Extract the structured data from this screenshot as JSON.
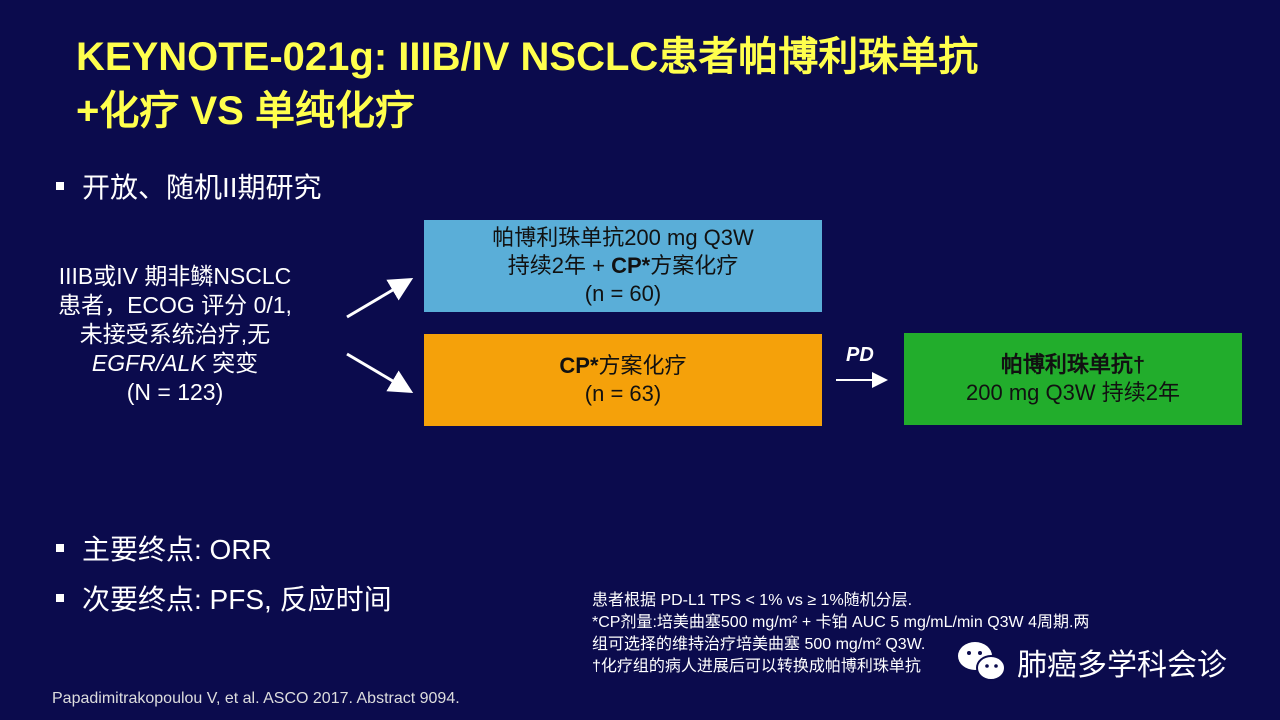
{
  "title": {
    "line1": "KEYNOTE-021g:  IIIB/IV NSCLC患者帕博利珠单抗",
    "line2": "+化疗 VS 单纯化疗"
  },
  "bullets": {
    "design": "开放、随机II期研究",
    "primary": "主要终点: ORR",
    "secondary": "次要终点: PFS, 反应时间"
  },
  "population": {
    "l1": "IIIB或IV 期非鳞NSCLC",
    "l2": "患者，ECOG 评分 0/1,",
    "l3": "未接受系统治疗,无",
    "l4_italic": "EGFR/ALK",
    "l4_rest": " 突变",
    "l5": "(N = 123)"
  },
  "arm1": {
    "l1": "帕博利珠单抗200 mg Q3W",
    "l2a": "持续2年 + ",
    "l2b": "CP*",
    "l2c": "方案化疗",
    "l3": "(n = 60)"
  },
  "arm2": {
    "l1a": "CP*",
    "l1b": "方案化疗",
    "l2": "(n = 63)"
  },
  "crossover": {
    "label": "PD",
    "l1": "帕博利珠单抗†",
    "l2": "200 mg Q3W 持续2年"
  },
  "footnotes": [
    "患者根据 PD-L1 TPS < 1% vs ≥ 1%随机分层.",
    "*CP剂量:培美曲塞500 mg/m² + 卡铂 AUC 5 mg/mL/min Q3W 4周期.两",
    "组可选择的维持治疗培美曲塞 500 mg/m² Q3W.",
    "†化疗组的病人进展后可以转换成帕博利珠单抗"
  ],
  "citation": "Papadimitrakopoulou V, et al. ASCO 2017. Abstract 9094.",
  "watermark": "肺癌多学科会诊",
  "colors": {
    "background": "#0b0b4d",
    "title": "#ffff4d",
    "arm1": "#5aaed8",
    "arm2": "#f5a10a",
    "crossover": "#22ad2c"
  }
}
